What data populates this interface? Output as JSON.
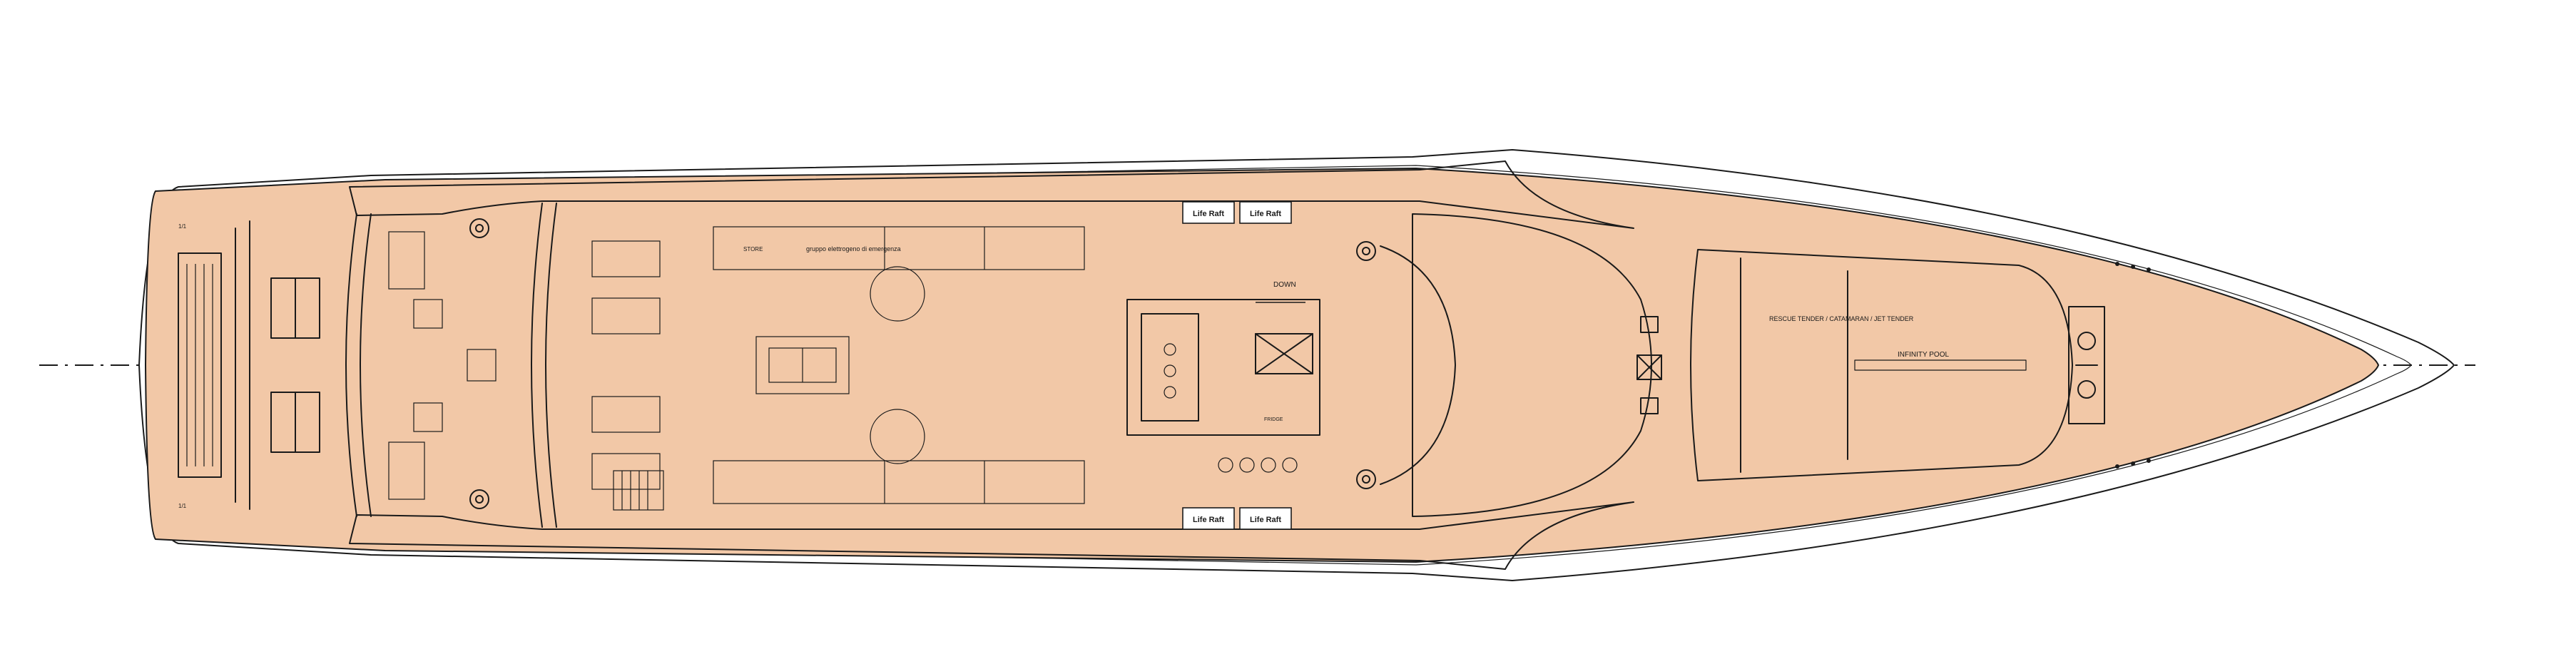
{
  "colors": {
    "deck_fill": "#f2c8a7",
    "line": "#1a1a1a",
    "background": "#ffffff"
  },
  "labels": {
    "liferaft": "Life Raft",
    "down": "DOWN",
    "tender_note": "RESCUE TENDER / CATAMARAN / JET TENDER",
    "infinity_pool": "INFINITY POOL",
    "emergency_gen": "gruppo elettrogeno di emergenza",
    "store": "STORE",
    "fridge": "FRIDGE"
  }
}
